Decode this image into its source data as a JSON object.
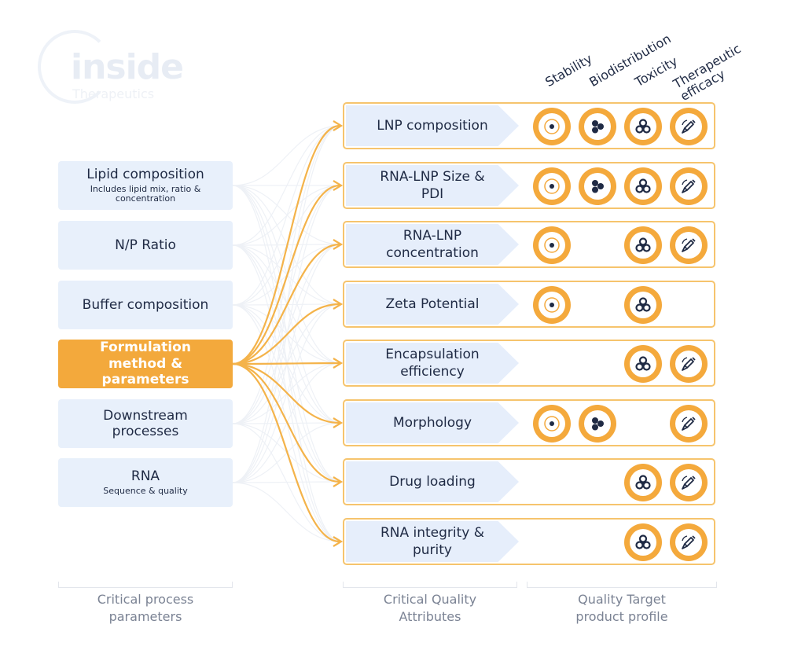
{
  "logo": {
    "word": "inside",
    "subword": "Therapeutics"
  },
  "process_parameters": [
    {
      "id": "lipid",
      "label": "Lipid composition",
      "sub": "Includes lipid mix, ratio & concentration"
    },
    {
      "id": "np",
      "label": "N/P Ratio",
      "sub": ""
    },
    {
      "id": "buffer",
      "label": "Buffer composition",
      "sub": ""
    },
    {
      "id": "formulation",
      "label": "Formulation method & parameters",
      "sub": ""
    },
    {
      "id": "downstream",
      "label": "Downstream processes",
      "sub": ""
    },
    {
      "id": "rna",
      "label": "RNA",
      "sub": "Sequence & quality"
    }
  ],
  "highlighted_parameter": "formulation",
  "profile_columns": [
    "Stability",
    "Biodistribution",
    "Toxicity",
    "Therapeutic efficacy"
  ],
  "quality_attributes": [
    {
      "label": "LNP composition",
      "targets": [
        true,
        true,
        true,
        true
      ]
    },
    {
      "label": "RNA-LNP Size & PDI",
      "targets": [
        true,
        true,
        true,
        true
      ]
    },
    {
      "label": "RNA-LNP concentration",
      "targets": [
        true,
        false,
        true,
        true
      ]
    },
    {
      "label": "Zeta Potential",
      "targets": [
        true,
        false,
        true,
        false
      ]
    },
    {
      "label": "Encapsulation efficiency",
      "targets": [
        false,
        false,
        true,
        true
      ]
    },
    {
      "label": "Morphology",
      "targets": [
        true,
        true,
        false,
        true
      ]
    },
    {
      "label": "Drug loading",
      "targets": [
        false,
        false,
        true,
        true
      ]
    },
    {
      "label": "RNA integrity & purity",
      "targets": [
        false,
        false,
        true,
        true
      ]
    }
  ],
  "icons": [
    "target-icon",
    "particles-icon",
    "biohazard-icon",
    "syringe-icon"
  ],
  "axis_labels": {
    "left": "Critical process parameters",
    "middle": "Critical Quality Attributes",
    "right": "Quality Target product profile"
  },
  "colors": {
    "accent": "#f4a93c",
    "box_fill": "#e8f0fb",
    "text": "#1f2a44",
    "muted": "#7b8394"
  }
}
